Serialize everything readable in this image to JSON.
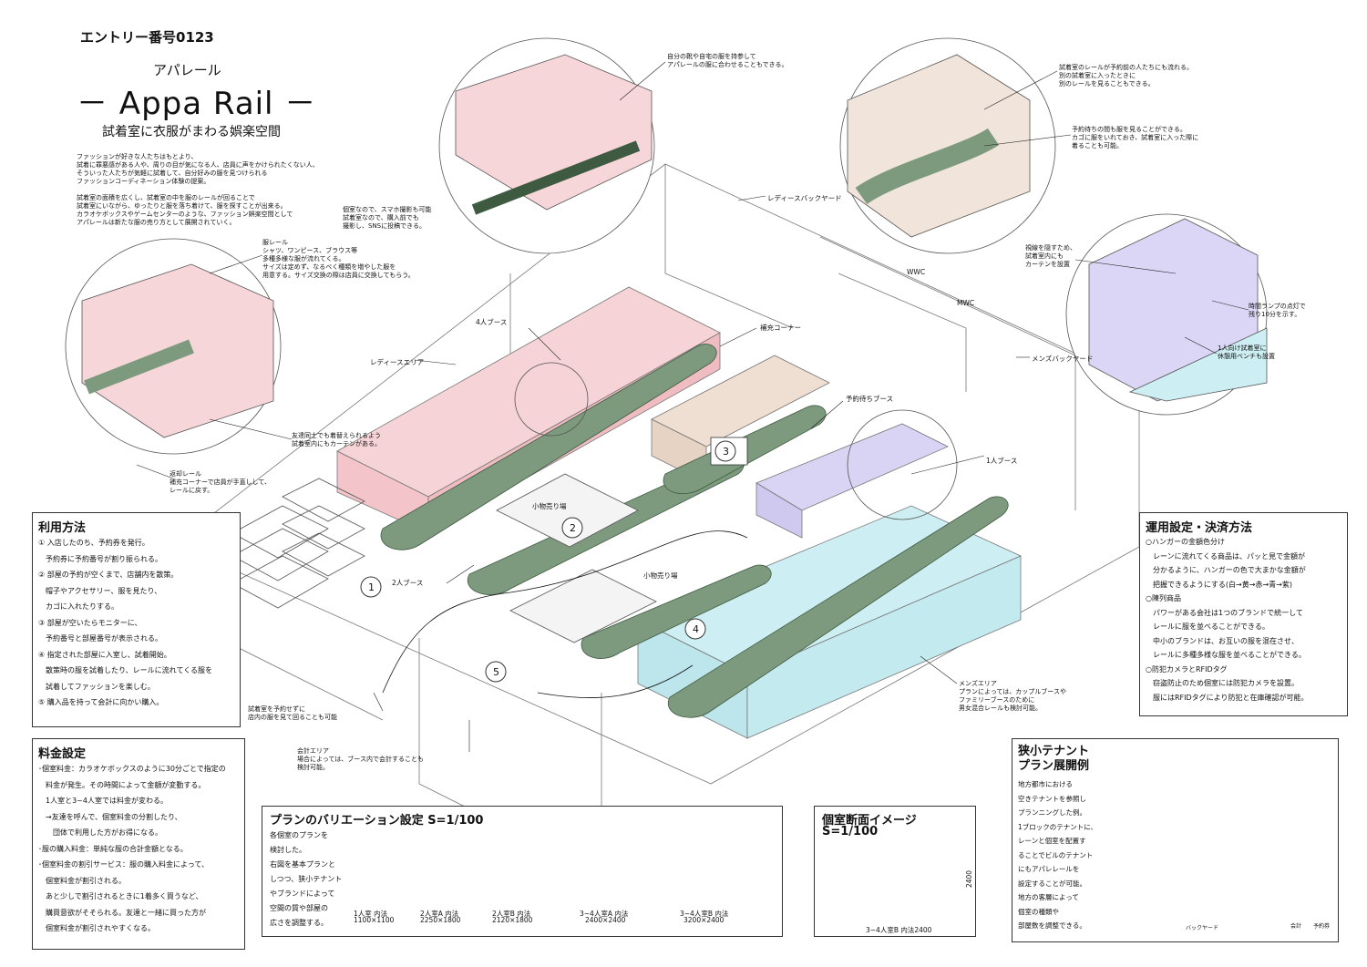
{
  "header": {
    "entry": "エントリー番号0123",
    "kana": "アパレール",
    "title": "－ Appa Rail －",
    "subtitle": "試着室に衣服がまわる娯楽空間",
    "intro": "ファッションが好きな人たちはもとより、\n試着に罪悪感がある人や、周りの目が気になる人、店員に声をかけられたくない人、\nそういった人たちが気軽に試着して、自分好みの服を見つけられる\nファッションコーディネーション体験の提案。\n\n試着室の面積を広くし、試着室の中を服のレールが回ることで\n試着室にいながら、ゆったりと服を落ち着けて、服を探すことが出来る。\nカラオケボックスやゲームセンターのような、ファッション娯楽空間として\nアパレールは新たな服の売り方として展開されていく。"
  },
  "notes": {
    "top_center": "自分の靴や自宅の服を持参して\nアパレールの服に合わせることもできる。",
    "private_room": "個室なので、スマホ撮影も可能\n試着室なので、購入前でも\n撮影し、SNSに投稿できる。",
    "rail_flow": "試着室のレールが予約前の人たちにも流れる。\n別の試着室に入ったときに\n別のレールを見ることもできる。",
    "waiting": "予約待ちの間も服を見ることができる。\nカゴに服をいれておき、試着室に入った際に\n着ることも可能。",
    "clothing_rail": "服レール\nシャツ、ワンピース、ブラウス等\n多種多様な服が流れてくる。\nサイズは定めず、なるべく種類を増やした服を\n用意する。サイズ交換の際は店員に交換してもらう。",
    "curtain_friends": "友達同士でも着替えられるよう\n試着室内にもカーテンがある。",
    "return_rail": "返却レール\n補充コーナーで店員が手直しして、\nレールに戻す。",
    "curtain_hide": "視線を隠すため、\n試着室内にも\nカーテンを設置",
    "time_lamp": "時間ランプの点灯で\n残り10分を示す。",
    "bench": "1人向け試着室に\n休憩用ベンチも設置",
    "mens_area": "メンズエリア\nプランによっては、カップルブースや\nファミリーブースのために\n男女混合レールも検討可能。",
    "no_booking": "試着室を予約せずに\n店内の服を見て回ることも可能",
    "checkout": "会計エリア\n場合によっては、ブース内で会計することも\n検討可能。"
  },
  "labels": {
    "ladies_backyard": "レディースバックヤード",
    "wwc1": "WWC",
    "mwc": "MWC",
    "mens_backyard": "メンズバックヤード",
    "four_booth": "4人ブース",
    "refill": "補充コーナー",
    "ladies_area": "レディースエリア",
    "waiting_booth": "予約待ちブース",
    "one_booth": "1人ブース",
    "goods1": "小物売り場",
    "goods2": "小物売り場",
    "two_booth": "2人ブース",
    "n1": "1",
    "n2": "2",
    "n3": "3",
    "n4": "4",
    "n5": "5"
  },
  "usage": {
    "title": "利用方法",
    "lines": "① 入店したのち、予約券を発行。\n　予約券に予約番号が割り振られる。\n② 部屋の予約が空くまで、店舗内を散策。\n　帽子やアクセサリー、服を見たり、\n　カゴに入れたりする。\n③ 部屋が空いたらモニターに、\n　予約番号と部屋番号が表示される。\n④ 指定された部屋に入室し、試着開始。\n　散策時の服を試着したり、レールに流れてくる服を\n　試着してファッションを楽しむ。\n⑤ 購入品を持って会計に向かい購入。"
  },
  "price": {
    "title": "料金設定",
    "lines": "･個室料金：カラオケボックスのように30分ごとで指定の\n　料金が発生。その時間によって金額が変動する。\n　1人室と3~4人室では料金が変わる。\n　→友達を呼んで、個室料金の分割したり、\n　　団体で利用した方がお得になる。\n･服の購入料金：単純な服の合計金額となる。\n･個室料金の割引サービス：服の購入料金によって、\n　個室料金が割引される。\n　あと少しで割引されるときに1着多く買うなど、\n　購買意欲がそそられる。友達と一緒に買った方が\n　個室料金が割引されやすくなる。"
  },
  "ops": {
    "title": "運用設定・決済方法",
    "lines": "○ハンガーの金額色分け\n　レーンに流れてくる商品は、パッと見で金額が\n　分かるように、ハンガーの色で大まかな金額が\n　把握できるようにする(白→黄→赤→青→紫)\n○陳列商品\n　パワーがある会社は1つのブランドで統一して\n　レールに服を並べることができる。\n　中小のブランドは、お互いの服を混在させ、\n　レールに多種多様な服を並べることができる。\n○防犯カメラとRFIDタグ\n　窃盗防止のため個室には防犯カメラを設置。\n　服にはRFIDタグにより防犯と在庫確認が可能。"
  },
  "variation": {
    "title": "プランのバリエーション設定 S=1/100",
    "desc": "各個室のプランを\n検討した。\n右図を基本プランと\nしつつ、狭小テナント\nやブランドによって\n空間の質や部屋の\n広さを調整する。",
    "plans": [
      {
        "name": "1人室 内法",
        "dim": "1100×1100"
      },
      {
        "name": "2人室A 内法",
        "dim": "2250×1800"
      },
      {
        "name": "2人室B 内法",
        "dim": "2120×1800"
      },
      {
        "name": "3~4人室A 内法",
        "dim": "2400×2400"
      },
      {
        "name": "3~4人室B 内法",
        "dim": "3200×2400"
      }
    ]
  },
  "section": {
    "title": "個室断面イメージ",
    "scale": "S=1/100",
    "height": "2400",
    "caption": "3~4人室B 内法2400"
  },
  "tenant": {
    "title": "狭小テナント\nプラン展開例",
    "desc": "地方都市における\n空きテナントを参照し\nプランニングした例。\n1ブロックのテナントに、\nレーンと個室を配置す\nることでビルのテナント\nにもアパレレールを\n設定することが可能。\n地方の客層によって\n個室の種類や\n部屋数を調整できる。",
    "backyard": "バックヤード",
    "cashier": "会計",
    "reception": "予約券"
  },
  "colors": {
    "ladies": "#f6d3d6",
    "waiting": "#eedfd2",
    "one_booth": "#d9d3f4",
    "mens": "#cdeff3",
    "rail": "#7d9a7e",
    "line": "#555555"
  }
}
